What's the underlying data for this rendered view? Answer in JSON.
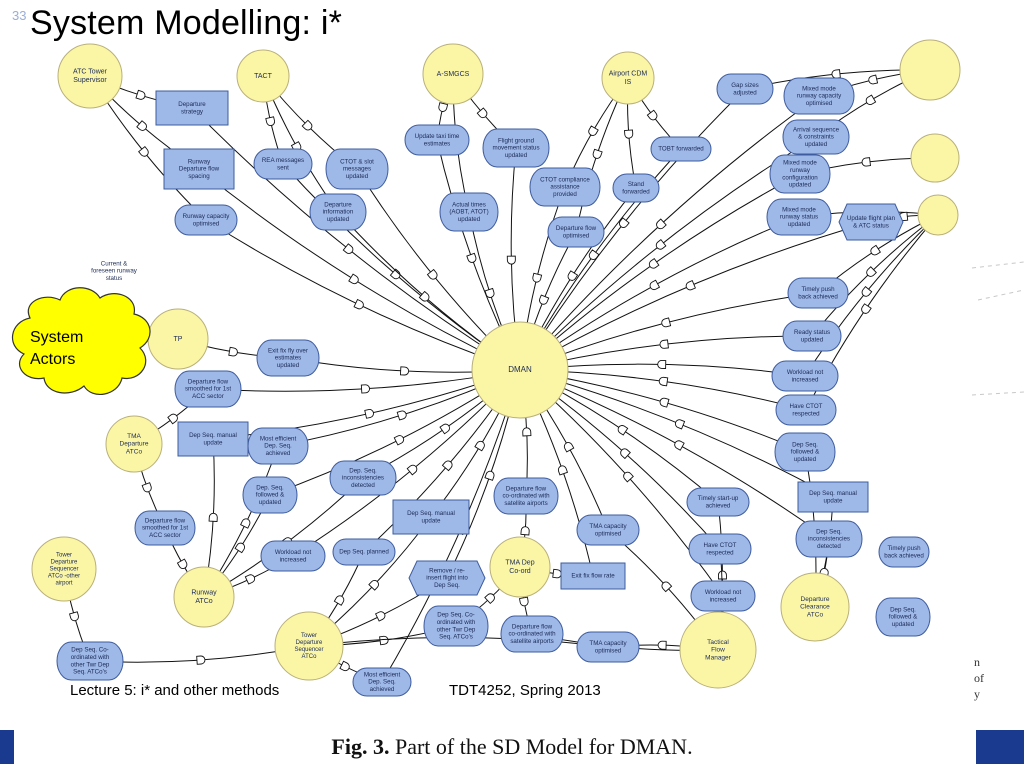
{
  "slide": {
    "number": "33",
    "title": "System Modelling: i*",
    "footer_left": "Lecture 5: i* and other methods",
    "footer_right": "TDT4252, Spring 2013",
    "caption_bold": "Fig. 3.",
    "caption_rest": " Part of the SD Model for DMAN.",
    "edge_fragments": [
      "n",
      "of",
      "y"
    ]
  },
  "callout": {
    "lines": [
      "System",
      "Actors"
    ]
  },
  "colors": {
    "actor_fill": "#fbf6a6",
    "actor_stroke": "#b9b07a",
    "goal_fill": "#9eb8e8",
    "goal_stroke": "#3e5c9e",
    "cloud_fill": "#ffff00",
    "line": "#111111",
    "brand_bar": "#1a3a8f"
  },
  "actors": [
    {
      "id": "atc_sup",
      "lines": [
        "ATC Tower",
        "Supervisor"
      ]
    },
    {
      "id": "tact",
      "lines": [
        "TACT"
      ]
    },
    {
      "id": "asmgcs",
      "lines": [
        "A-SMGCS"
      ]
    },
    {
      "id": "acdm",
      "lines": [
        "Airport CDM",
        "IS"
      ]
    },
    {
      "id": "right_top",
      "lines": []
    },
    {
      "id": "right_mid1",
      "lines": []
    },
    {
      "id": "right_mid2",
      "lines": []
    },
    {
      "id": "tp",
      "lines": [
        "TP"
      ]
    },
    {
      "id": "dman",
      "lines": [
        "DMAN"
      ]
    },
    {
      "id": "tma_dep",
      "lines": [
        "TMA",
        "Departure",
        "ATCo"
      ]
    },
    {
      "id": "tower_other",
      "lines": [
        "Tower",
        "Departure",
        "Sequencer",
        "ATCo -other",
        "airport"
      ]
    },
    {
      "id": "runway",
      "lines": [
        "Runway",
        "ATCo"
      ]
    },
    {
      "id": "tower_dep",
      "lines": [
        "Tower",
        "Departure",
        "Sequencer",
        "ATCo"
      ]
    },
    {
      "id": "tma_coord",
      "lines": [
        "TMA Dep",
        "Co-ord"
      ]
    },
    {
      "id": "tactical",
      "lines": [
        "Tactical",
        "Flow",
        "Manager"
      ]
    },
    {
      "id": "dep_clear",
      "lines": [
        "Departure",
        "Clearance",
        "ATCo"
      ]
    }
  ],
  "nodes": [
    {
      "id": "g1",
      "shape": "rect",
      "lines": [
        "Departure",
        "strategy"
      ]
    },
    {
      "id": "g2",
      "shape": "rect",
      "lines": [
        "Runway",
        "Departure flow",
        "spacing"
      ]
    },
    {
      "id": "g3",
      "shape": "oval",
      "lines": [
        "Runway capacity",
        "optimised"
      ]
    },
    {
      "id": "g4",
      "shape": "none",
      "lines": [
        "Current &",
        "foreseen runway",
        "status"
      ]
    },
    {
      "id": "g5",
      "shape": "oval",
      "lines": [
        "REA messages",
        "sent"
      ]
    },
    {
      "id": "g6",
      "shape": "oval",
      "lines": [
        "CTOT & slot",
        "messages",
        "updated"
      ]
    },
    {
      "id": "g7",
      "shape": "oval",
      "lines": [
        "Departure",
        "information",
        "updated"
      ]
    },
    {
      "id": "g8",
      "shape": "oval",
      "lines": [
        "Update taxi time",
        "estimates"
      ]
    },
    {
      "id": "g9",
      "shape": "oval",
      "lines": [
        "Flight ground",
        "movement status",
        "updated"
      ]
    },
    {
      "id": "g10",
      "shape": "oval",
      "lines": [
        "Actual times",
        "(AOBT, ATOT)",
        "updated"
      ]
    },
    {
      "id": "g11",
      "shape": "oval",
      "lines": [
        "CTOT compliance",
        "assistance",
        "provided"
      ]
    },
    {
      "id": "g12",
      "shape": "oval",
      "lines": [
        "Departure flow",
        "optimised"
      ]
    },
    {
      "id": "g13",
      "shape": "oval",
      "lines": [
        "Stand",
        "forwarded"
      ]
    },
    {
      "id": "g14",
      "shape": "oval",
      "lines": [
        "TOBT forwarded"
      ]
    },
    {
      "id": "g15",
      "shape": "oval",
      "lines": [
        "Gap sizes",
        "adjusted"
      ]
    },
    {
      "id": "g16",
      "shape": "oval",
      "lines": [
        "Mixed mode",
        "runway capacity",
        "optimised"
      ]
    },
    {
      "id": "g17",
      "shape": "oval",
      "lines": [
        "Arrival sequence",
        "& constraints",
        "updated"
      ]
    },
    {
      "id": "g18",
      "shape": "oval",
      "lines": [
        "Mixed mode",
        "runway",
        "configuration",
        "updated"
      ]
    },
    {
      "id": "g19",
      "shape": "oval",
      "lines": [
        "Mixed mode",
        "runway status",
        "updated"
      ]
    },
    {
      "id": "g20",
      "shape": "hex",
      "lines": [
        "Update flight plan",
        "& ATC status"
      ]
    },
    {
      "id": "g21",
      "shape": "oval",
      "lines": [
        "Exit fix fly over",
        "estimates",
        "updated"
      ]
    },
    {
      "id": "g22",
      "shape": "oval",
      "lines": [
        "Departure flow",
        "smoothed for 1st",
        "ACC sector"
      ]
    },
    {
      "id": "g23",
      "shape": "oval",
      "lines": [
        "Timely push",
        "back achieved"
      ]
    },
    {
      "id": "g24",
      "shape": "oval",
      "lines": [
        "Ready status",
        "updated"
      ]
    },
    {
      "id": "g25",
      "shape": "oval",
      "lines": [
        "Workload not",
        "increased"
      ]
    },
    {
      "id": "g26",
      "shape": "oval",
      "lines": [
        "Have CTOT",
        "respected"
      ]
    },
    {
      "id": "g27",
      "shape": "oval",
      "lines": [
        "Dep Seq.",
        "followed &",
        "updated"
      ]
    },
    {
      "id": "g28",
      "shape": "rect",
      "lines": [
        "Dep Seq. manual",
        "update"
      ]
    },
    {
      "id": "g29",
      "shape": "rect",
      "lines": [
        "Dep Seq. manual",
        "update"
      ]
    },
    {
      "id": "g30",
      "shape": "oval",
      "lines": [
        "Most efficient",
        "Dep. Seq.",
        "achieved"
      ]
    },
    {
      "id": "g31",
      "shape": "oval",
      "lines": [
        "Dep. Seq.",
        "inconsistencies",
        "detected"
      ]
    },
    {
      "id": "g32",
      "shape": "oval",
      "lines": [
        "Dep. Seq.",
        "followed &",
        "updated"
      ]
    },
    {
      "id": "g33",
      "shape": "oval",
      "lines": [
        "Departure flow",
        "co-ordinated with",
        "satellite airports"
      ]
    },
    {
      "id": "g34",
      "shape": "oval",
      "lines": [
        "Timely start-up",
        "achieved"
      ]
    },
    {
      "id": "g35",
      "shape": "rect",
      "lines": [
        "Dep Seq. manual",
        "update"
      ]
    },
    {
      "id": "g36",
      "shape": "oval",
      "lines": [
        "Dep Seq.",
        "inconsistencies",
        "detected"
      ]
    },
    {
      "id": "g37",
      "shape": "oval",
      "lines": [
        "Departure flow",
        "smoothed for 1st",
        "ACC sector"
      ]
    },
    {
      "id": "g38",
      "shape": "oval",
      "lines": [
        "Workload not",
        "increased"
      ]
    },
    {
      "id": "g39",
      "shape": "oval",
      "lines": [
        "Dep Seq. planned"
      ]
    },
    {
      "id": "g40",
      "shape": "hex",
      "lines": [
        "Remove / re-",
        "insert flight into",
        "Dep Seq."
      ]
    },
    {
      "id": "g41",
      "shape": "oval",
      "lines": [
        "TMA capacity",
        "optimised"
      ]
    },
    {
      "id": "g42",
      "shape": "rect",
      "lines": [
        "Exit fix flow rate"
      ]
    },
    {
      "id": "g43",
      "shape": "oval",
      "lines": [
        "Have CTOT",
        "respected"
      ]
    },
    {
      "id": "g44",
      "shape": "oval",
      "lines": [
        "Timely push",
        "back achieved"
      ]
    },
    {
      "id": "g45",
      "shape": "oval",
      "lines": [
        "Dep Seq. Co-",
        "ordinated with",
        "other Twr Dep",
        "Seq. ATCo's"
      ]
    },
    {
      "id": "g46",
      "shape": "oval",
      "lines": [
        "Departure flow",
        "co-ordinated with",
        "satellite airports"
      ]
    },
    {
      "id": "g47",
      "shape": "oval",
      "lines": [
        "TMA capacity",
        "optimised"
      ]
    },
    {
      "id": "g48",
      "shape": "oval",
      "lines": [
        "Workload not",
        "increased"
      ]
    },
    {
      "id": "g49",
      "shape": "oval",
      "lines": [
        "Dep Seq.",
        "followed &",
        "updated"
      ]
    },
    {
      "id": "g50",
      "shape": "oval",
      "lines": [
        "Dep Seq. Co-",
        "ordinated with",
        "other Twr Dep",
        "Seq. ATCo's"
      ]
    },
    {
      "id": "g51",
      "shape": "oval",
      "lines": [
        "Most efficient",
        "Dep. Seq.",
        "achieved"
      ]
    }
  ]
}
